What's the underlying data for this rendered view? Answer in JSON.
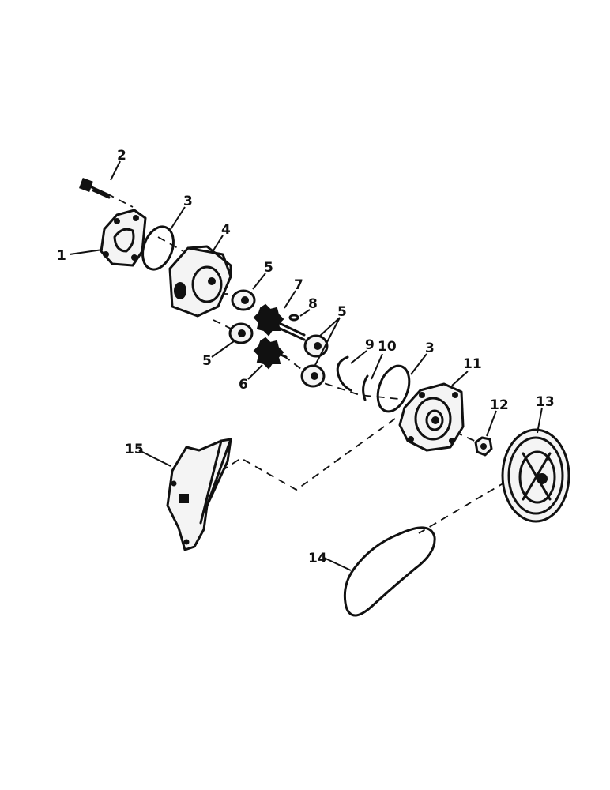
{
  "callouts": {
    "c1": "1",
    "c2": "2",
    "c3a": "3",
    "c3b": "3",
    "c4": "4",
    "c5a": "5",
    "c5b": "5",
    "c5c": "5",
    "c6": "6",
    "c7": "7",
    "c8": "8",
    "c9": "9",
    "c10": "10",
    "c11": "11",
    "c12": "12",
    "c13": "13",
    "c14": "14",
    "c15": "15"
  }
}
